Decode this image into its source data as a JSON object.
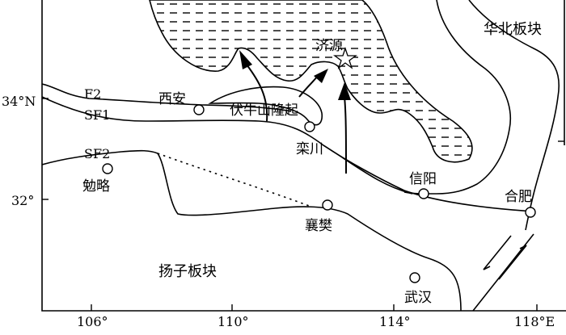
{
  "map": {
    "x_axis_ticks": [
      "106°",
      "110°",
      "114°",
      "118°E"
    ],
    "y_axis_ticks": [
      "34°N",
      "32°"
    ],
    "plates": {
      "north": "华北板块",
      "south": "扬子板块"
    },
    "faults": {
      "f2": "F2",
      "sf1": "SF1",
      "sf2": "SF2"
    },
    "uplift": "伏牛山隆起",
    "cities": {
      "jiyuan": "济源",
      "xian": "西安",
      "luanchuan": "栾川",
      "mianlue": "勉略",
      "xiangfan": "襄樊",
      "xinyang": "信阳",
      "hefei": "合肥",
      "wuhan": "武汉"
    }
  }
}
